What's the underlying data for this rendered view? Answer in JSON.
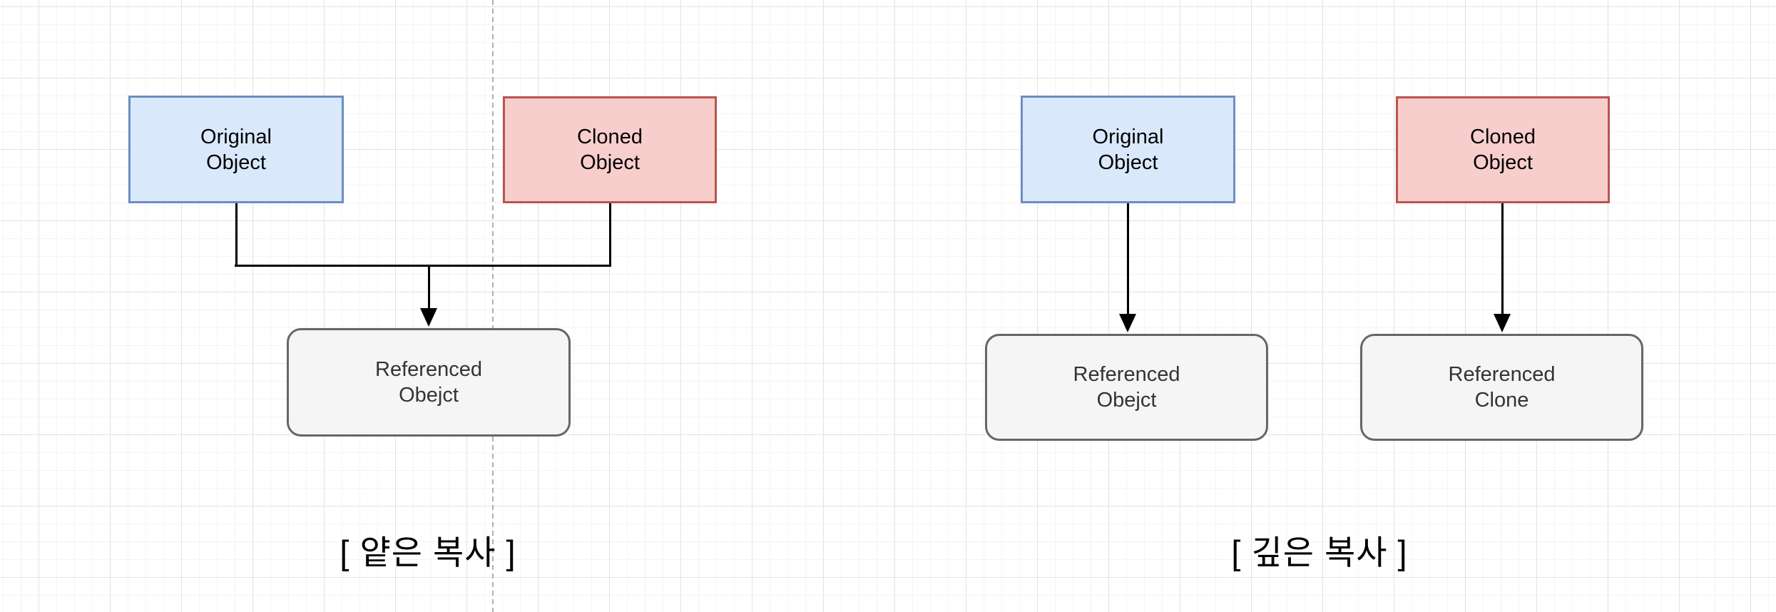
{
  "canvas": {
    "grid_minor_color": "#f4f4f4",
    "grid_major_color": "#e2e2e2",
    "divider_color": "#b0b0b0"
  },
  "colors": {
    "original_fill": "#dae8fc",
    "original_stroke": "#6c8ebf",
    "cloned_fill": "#f8cecc",
    "cloned_stroke": "#b85450",
    "referenced_fill": "#f5f5f5",
    "referenced_stroke": "#666666",
    "connector": "#000000",
    "divider": "#b0b0b0",
    "grid_minor": "#f4f4f4",
    "grid_major": "#e2e2e2"
  },
  "shallow": {
    "caption": "[ 얕은 복사 ]",
    "original_label": "Original\nObject",
    "cloned_label": "Cloned\nObject",
    "referenced_label": "Referenced\nObejct"
  },
  "deep": {
    "caption": "[ 깊은 복사 ]",
    "original_label": "Original\nObject",
    "cloned_label": "Cloned\nObject",
    "referenced_label": "Referenced\nObejct",
    "clone_label": "Referenced\nClone"
  }
}
